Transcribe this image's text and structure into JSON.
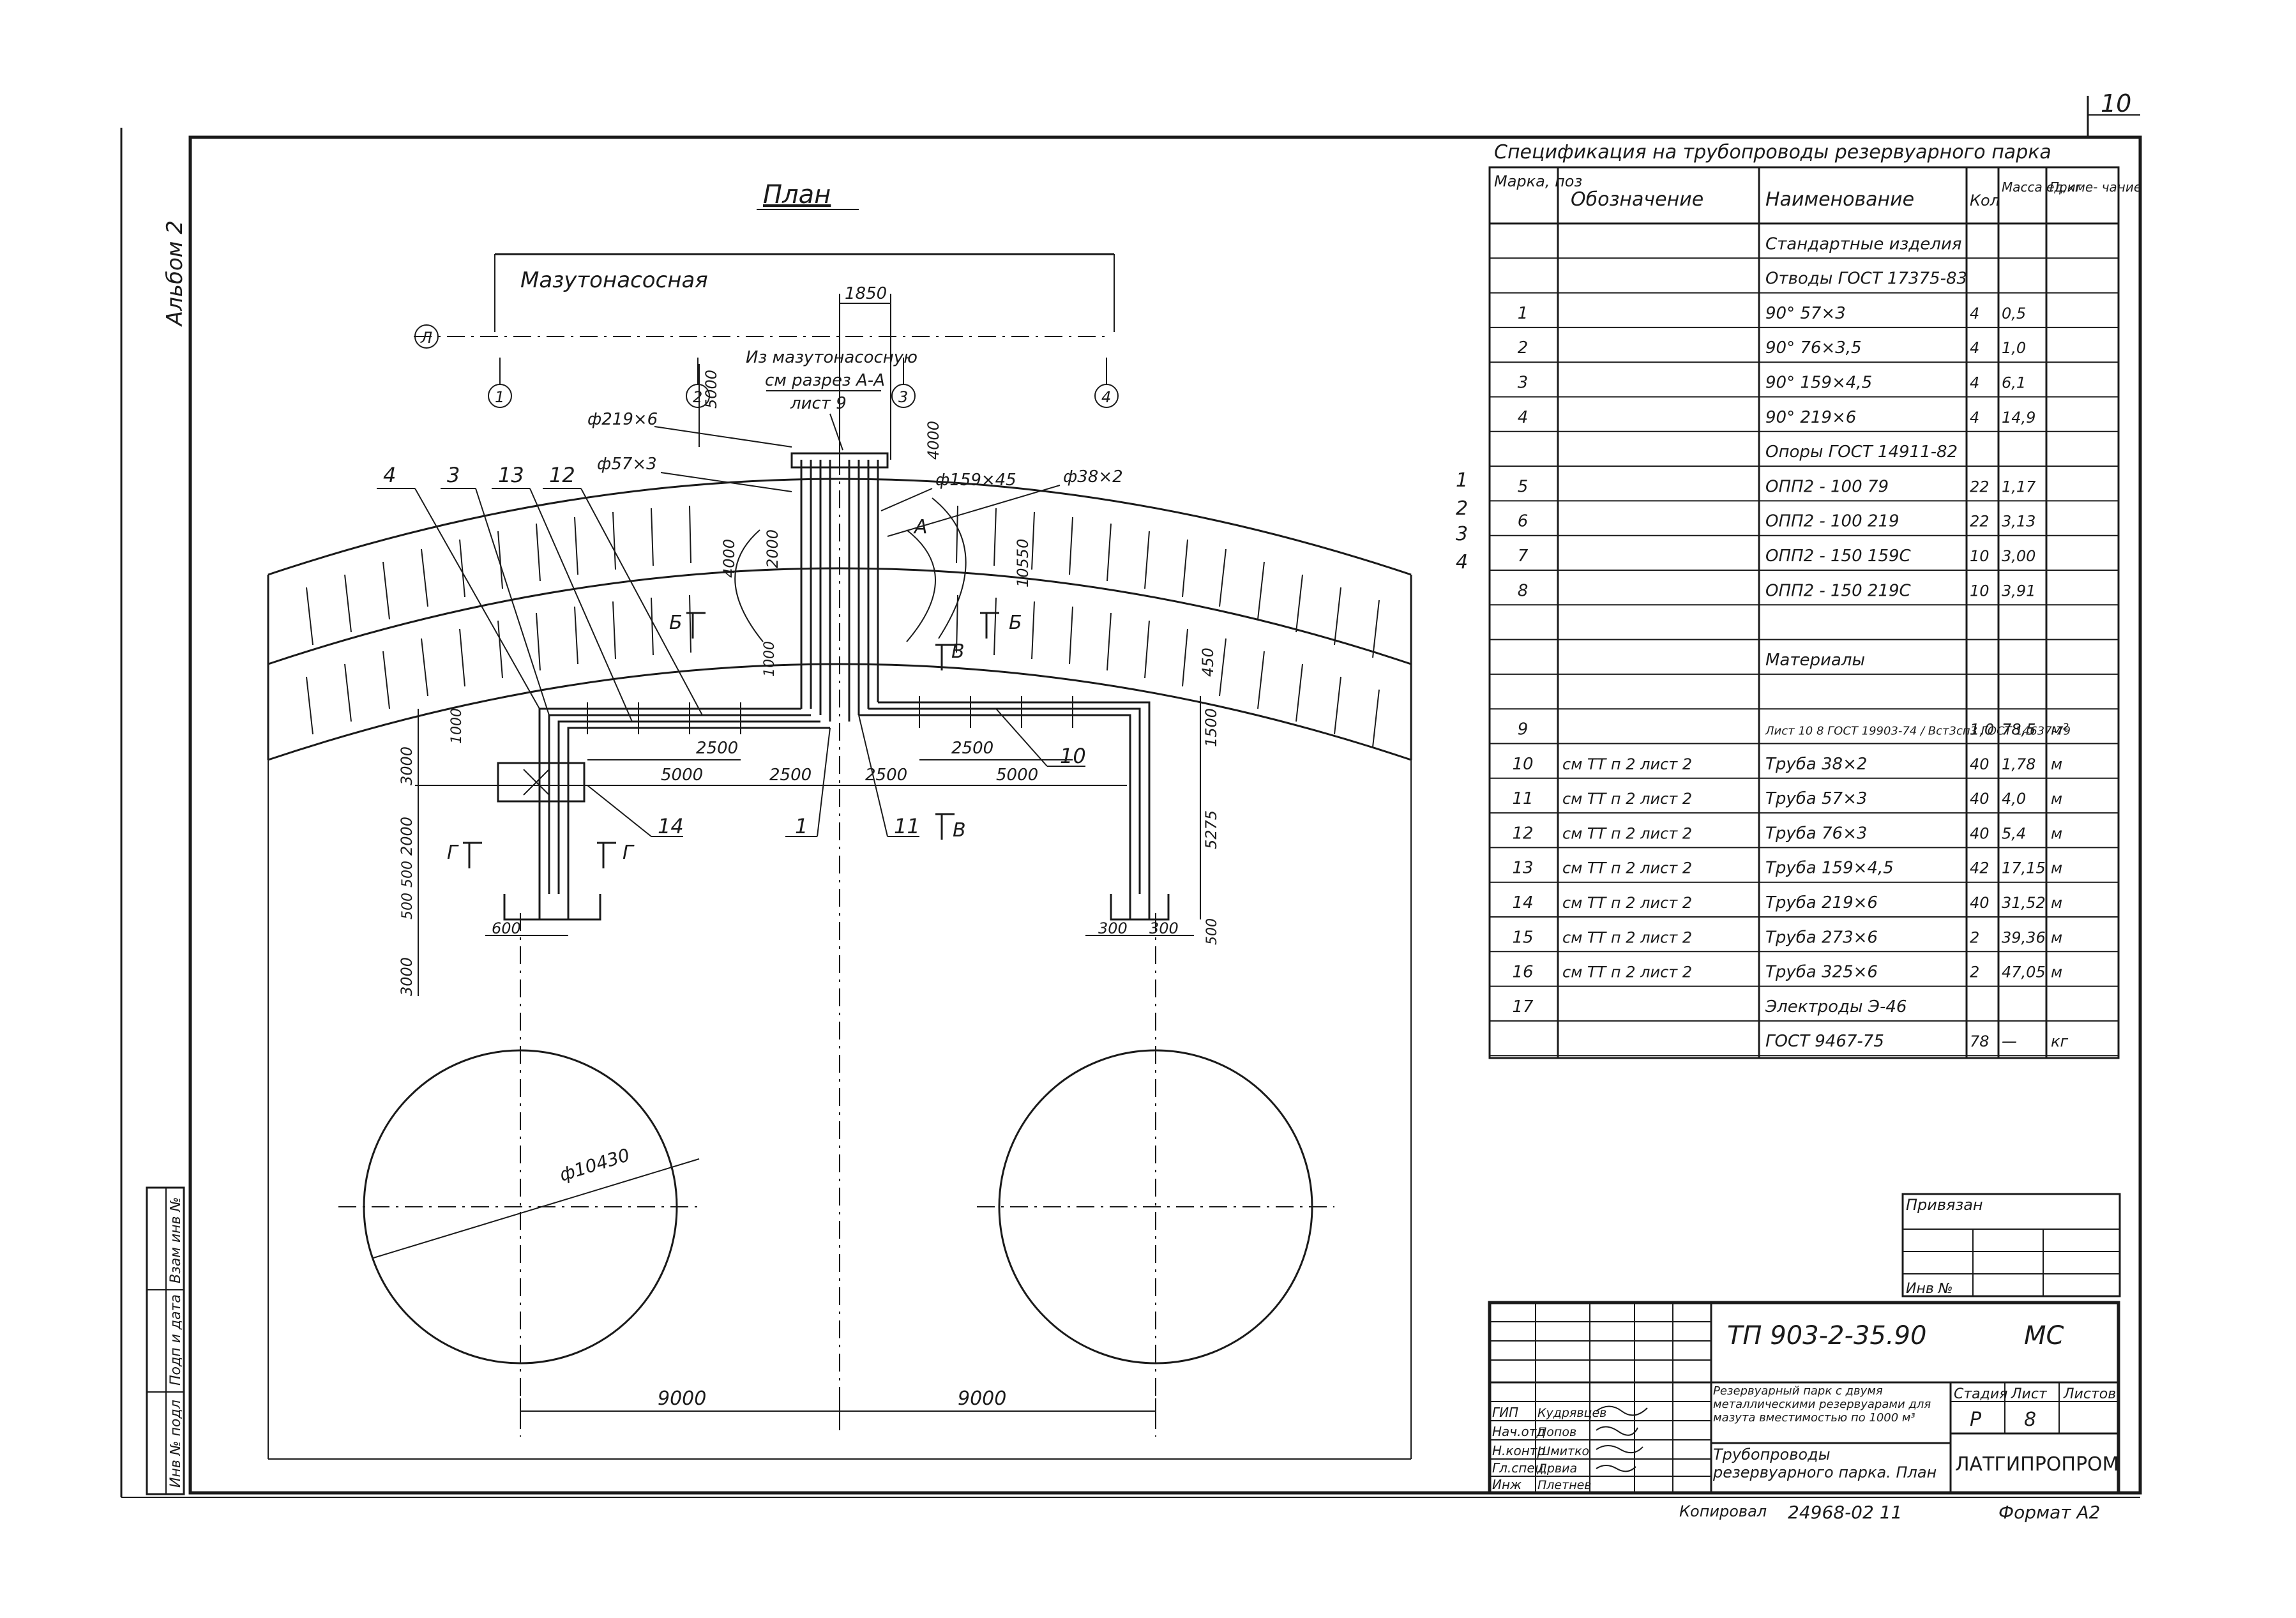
{
  "sheet": {
    "page_number": "10",
    "album": "Альбом 2",
    "plan_title": "План",
    "sheet_format": "Формат А2",
    "copied_by": "Копировал",
    "copy_number": "24968-02  11"
  },
  "plan": {
    "pump_house": "Мазутонасосная",
    "axis_labels": [
      "1",
      "2",
      "3",
      "4",
      "Л"
    ],
    "callout_line1": "Из мазутонасосную",
    "callout_line2": "см разрез А-А",
    "callout_line3": "лист 9",
    "pipe_labels": [
      "ф219×6",
      "ф57×3",
      "ф159×45",
      "ф38×2"
    ],
    "position_marks": [
      "4",
      "3",
      "13",
      "12",
      "10",
      "14",
      "1",
      "11"
    ],
    "section_marks": [
      "А",
      "Б",
      "В",
      "Г"
    ],
    "dims": {
      "d1850": "1850",
      "d5000": "5000",
      "d4000a": "4000",
      "d4000b": "4000",
      "d2000": "2000",
      "d10550": "10550",
      "d1000": "1000",
      "d450": "450",
      "d2500a": "2500",
      "d2500b": "2500",
      "d2500c": "2500",
      "d2500d": "2500",
      "d5000b": "5000",
      "d5000c": "5000",
      "d1500": "1500",
      "d5275": "5275",
      "d3000a": "3000",
      "d2000b": "2000",
      "d500a": "500",
      "d500b": "500",
      "d600": "600",
      "d300a": "300",
      "d300b": "300",
      "d500c": "500",
      "d3000b": "3000",
      "d1000b": "1000",
      "tank_dia": "ф10430",
      "d9000a": "9000",
      "d9000b": "9000"
    }
  },
  "spec": {
    "title": "Спецификация на трубопроводы резервуарного парка",
    "headers": {
      "mark": "Марка, поз",
      "designation": "Обозначение",
      "name": "Наименование",
      "qty": "Кол",
      "mass": "Масса ед,кг",
      "note": "Приме- чание"
    },
    "rows": [
      {
        "pos": "",
        "des": "",
        "name": "Стандартные изделия",
        "qty": "",
        "mass": "",
        "note": ""
      },
      {
        "pos": "",
        "des": "",
        "name": "Отводы ГОСТ 17375-83",
        "qty": "",
        "mass": "",
        "note": ""
      },
      {
        "pos": "1",
        "des": "",
        "name": "90° 57×3",
        "qty": "4",
        "mass": "0,5",
        "note": ""
      },
      {
        "pos": "2",
        "des": "",
        "name": "90° 76×3,5",
        "qty": "4",
        "mass": "1,0",
        "note": ""
      },
      {
        "pos": "3",
        "des": "",
        "name": "90° 159×4,5",
        "qty": "4",
        "mass": "6,1",
        "note": ""
      },
      {
        "pos": "4",
        "des": "",
        "name": "90° 219×6",
        "qty": "4",
        "mass": "14,9",
        "note": ""
      },
      {
        "pos": "",
        "des": "",
        "name": "Опоры ГОСТ 14911-82",
        "qty": "",
        "mass": "",
        "note": ""
      },
      {
        "pos": "5",
        "des": "",
        "name": "ОПП2 - 100 79",
        "qty": "22",
        "mass": "1,17",
        "note": ""
      },
      {
        "pos": "6",
        "des": "",
        "name": "ОПП2 - 100 219",
        "qty": "22",
        "mass": "3,13",
        "note": ""
      },
      {
        "pos": "7",
        "des": "",
        "name": "ОПП2 - 150 159С",
        "qty": "10",
        "mass": "3,00",
        "note": ""
      },
      {
        "pos": "8",
        "des": "",
        "name": "ОПП2 - 150 219С",
        "qty": "10",
        "mass": "3,91",
        "note": ""
      },
      {
        "pos": "",
        "des": "",
        "name": "",
        "qty": "",
        "mass": "",
        "note": ""
      },
      {
        "pos": "",
        "des": "",
        "name": "Материалы",
        "qty": "",
        "mass": "",
        "note": ""
      },
      {
        "pos": "",
        "des": "",
        "name": "",
        "qty": "",
        "mass": "",
        "note": ""
      },
      {
        "pos": "9",
        "des": "",
        "name": "Лист 10 8 ГОСТ 19903-74 / Вст3сп3 ГОСТ 14637-79",
        "qty": "1,0",
        "mass": "78,5",
        "note": "м²"
      },
      {
        "pos": "10",
        "des": "см ТТ п 2 лист 2",
        "name": "Труба 38×2",
        "qty": "40",
        "mass": "1,78",
        "note": "м"
      },
      {
        "pos": "11",
        "des": "см ТТ п 2 лист 2",
        "name": "Труба 57×3",
        "qty": "40",
        "mass": "4,0",
        "note": "м"
      },
      {
        "pos": "12",
        "des": "см ТТ п 2 лист 2",
        "name": "Труба 76×3",
        "qty": "40",
        "mass": "5,4",
        "note": "м"
      },
      {
        "pos": "13",
        "des": "см ТТ п 2 лист 2",
        "name": "Труба 159×4,5",
        "qty": "42",
        "mass": "17,15",
        "note": "м"
      },
      {
        "pos": "14",
        "des": "см ТТ п 2 лист 2",
        "name": "Труба 219×6",
        "qty": "40",
        "mass": "31,52",
        "note": "м"
      },
      {
        "pos": "15",
        "des": "см ТТ п 2 лист 2",
        "name": "Труба 273×6",
        "qty": "2",
        "mass": "39,36",
        "note": "м"
      },
      {
        "pos": "16",
        "des": "см ТТ п 2 лист 2",
        "name": "Труба 325×6",
        "qty": "2",
        "mass": "47,05",
        "note": "м"
      },
      {
        "pos": "17",
        "des": "",
        "name": "Электроды Э-46",
        "qty": "",
        "mass": "",
        "note": ""
      },
      {
        "pos": "",
        "des": "",
        "name": "ГОСТ 9467-75",
        "qty": "78",
        "mass": "—",
        "note": "кг"
      }
    ],
    "margin_notes": [
      "1",
      "2",
      "3",
      "4"
    ]
  },
  "side_stamp": [
    "Инв № подл",
    "Подп и дата",
    "Взам инв №"
  ],
  "privyazan": {
    "label": "Привязан",
    "inv": "Инв №"
  },
  "title_block": {
    "code": "ТП 903-2-35.90",
    "mark": "МС",
    "project": "Резервуарный парк с двумя металлическими резервуарами для мазута вместимостью по 1000 м³",
    "drawing": "Трубопроводы резервуарного парка. План",
    "stage_h": "Стадия",
    "sheet_h": "Лист",
    "sheets_h": "Листов",
    "stage": "Р",
    "sheet": "8",
    "org": "ЛАТГИПРОПРОМ",
    "roles": [
      "ГИП",
      "Нач.отд",
      "Н.контр",
      "Гл.спец",
      "Инж"
    ],
    "names": [
      "Кудрявцев",
      "Попов",
      "Шмитко",
      "Дрвиа",
      "Плетнев"
    ]
  }
}
